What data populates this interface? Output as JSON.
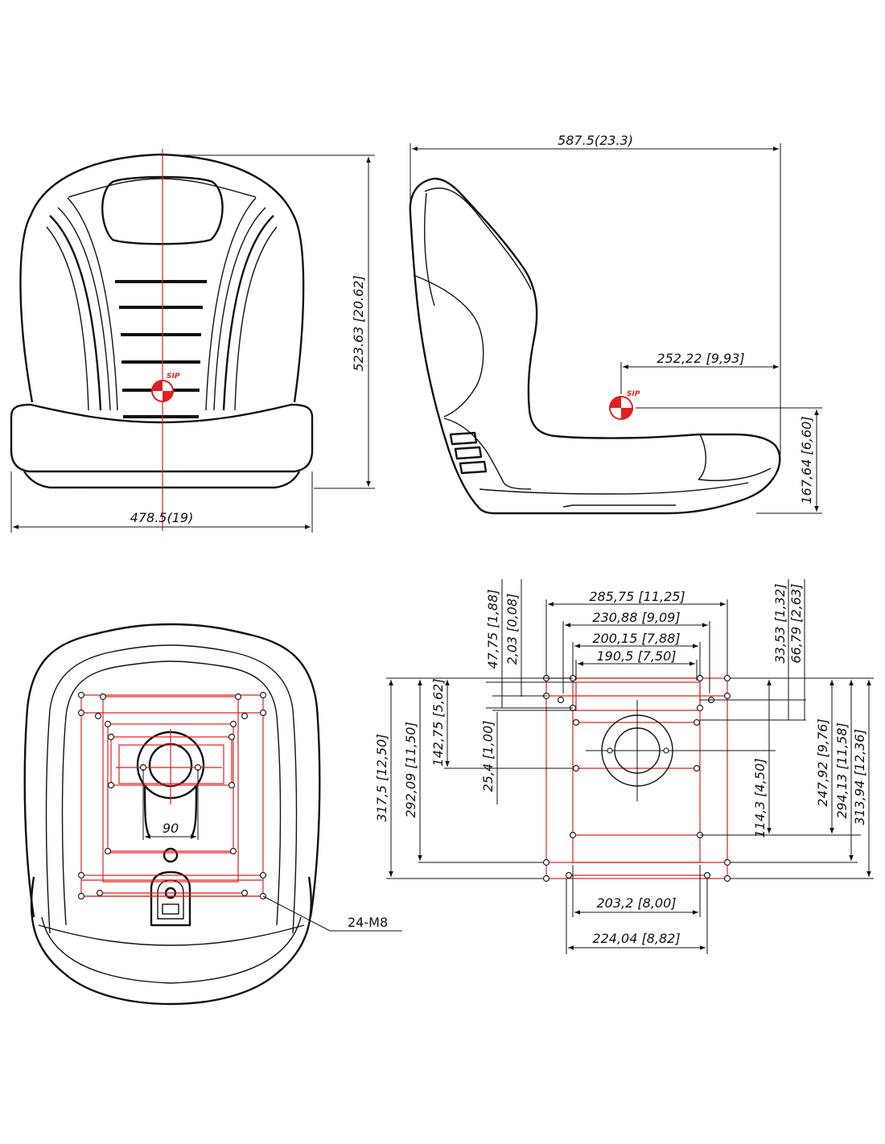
{
  "colors": {
    "outline": "#111111",
    "mounting_pattern": "#e02020",
    "background": "#ffffff"
  },
  "front_view": {
    "width_label": "478.5(19)",
    "height_label": "523.63 [20.62]",
    "sip_label": "SIP"
  },
  "side_view": {
    "depth_label": "587.5(23.3)",
    "sip_horizontal_label": "252,22 [9,93]",
    "sip_vertical_label": "167,64 [6,60]",
    "sip_label": "SIP"
  },
  "bottom_view": {
    "spacing_label": "90",
    "bolt_callout": "24-M8"
  },
  "hole_pattern": {
    "top_dims": [
      "285,75 [11,25]",
      "230,88 [9,09]",
      "200,15 [7,88]",
      "190,5 [7,50]"
    ],
    "top_left_small": [
      "47,75 [1,88]",
      "2,03 [0,08]"
    ],
    "top_right_small": [
      "33,53 [1,32]",
      "66,79 [2,63]"
    ],
    "left_dims": [
      "317,5 [12,50]",
      "292,09 [11,50]",
      "142,75 [5,62]",
      "25,4 [1,00]"
    ],
    "right_dims": [
      "247,92 [9,76]",
      "294,13 [11,58]",
      "313,94 [12,36]"
    ],
    "center_dim": "114,3 [4,50]",
    "bottom_dims": [
      "203,2 [8,00]",
      "224,04 [8,82]"
    ]
  }
}
